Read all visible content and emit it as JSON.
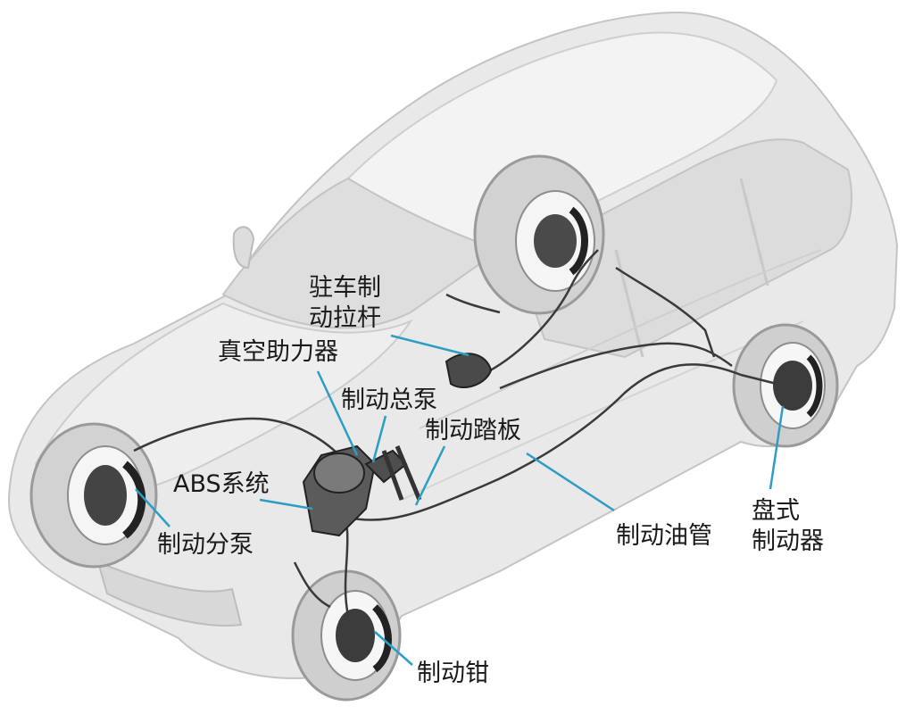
{
  "labels": {
    "parking_brake_lever": [
      "驻车制",
      "动拉杆"
    ],
    "vacuum_booster": "真空助力器",
    "master_cylinder": "制动总泵",
    "brake_pedal": "制动踏板",
    "abs_system": "ABS系统",
    "wheel_cylinder": "制动分泵",
    "brake_lines": "制动油管",
    "disc_brake": [
      "盘式",
      "制动器"
    ],
    "brake_caliper": "制动钳"
  },
  "colors": {
    "leader": "#2c9ec4",
    "car_fill": "#e9e9e9",
    "car_edge": "#c4c4c4",
    "tire": "#d2d2d2",
    "brake_dark": "#333333"
  }
}
